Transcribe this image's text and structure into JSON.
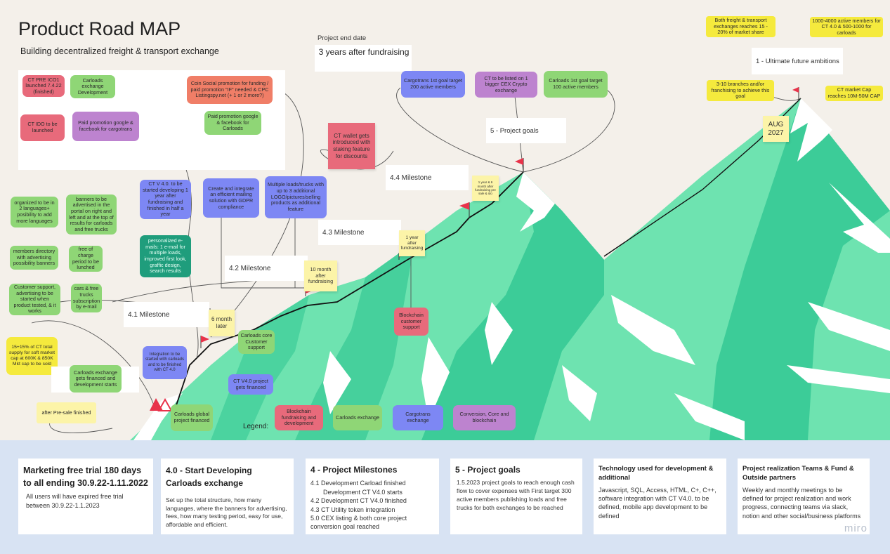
{
  "board": {
    "title": "Product Road MAP",
    "subtitle": "Building decentralized freight & transport exchange",
    "project_end_label": "Project end date",
    "project_end_value": "3 years after fundraising",
    "ultimate_label": "1 - Ultimate future ambitions",
    "goals_label": "5 - Project goals",
    "aug_note": "AUG 2027",
    "legend_label": "Legend:"
  },
  "milestones": {
    "m41": "4.1 Milestone",
    "m42": "4.2 Milestone",
    "m43": "4.3 Milestone",
    "m44": "4.4 Milestone"
  },
  "notes": {
    "ct_preico": "CT PRE ICO1 launched 7.4.22 (finished)",
    "carloads_dev": "Carloads exchange Development",
    "coin_social": "Coin Social promotion for funding / paid promotion \"IF\" needed & CPC Listingspy.net (+ 1 or 2 more?)",
    "ct_ido": "CT IDO to be launched",
    "paid_cargotrans": "Paid promotion google & facebook for cargotrans",
    "paid_carloads": "Paid promotion google & facebook for Carloads",
    "ct_wallet": "CT wallet gets introduced with staking feature for discounts",
    "cargotrans_goal": "Cargotrans 1st goal target 200 active members",
    "cex_listing": "CT to be listed on 1 bigger CEX Crypto exchange",
    "carloads_goal": "Carloads 1st goal target 100 active members",
    "both_exchanges": "Both freight & transport exchanges reaches 15 - 20% of market share",
    "active_members": "1000-4000 active members for CT 4.0 & 500-1000 for carloads",
    "branches": "3-10 branches and/or franchising to achieve this goal",
    "market_cap": "CT market Cap reaches 10M-50M CAP",
    "languages": "organized to be in 2 languages+ posibility to add more languages",
    "banners": "banners to be advertised in the portal on right and left and at the top of results for carloads and free trucks",
    "ctv4_dev": "CT V 4.0. to be started developing 1 year after fundraising and finished in half a year",
    "mailing": "Create and integrate an efficient mailing solution with GDPR compliance",
    "multi_loads": "Multiple loads/trucks with up to 3 additional LOGO/pictures/selling products as additional feature",
    "members_dir": "members directory with advertising possibility banners",
    "free_charge": "free of charge period to be lunched",
    "personalized": "personalized e-mails: 1 e-mail for multiple loads, improved first look, graffic design, search results",
    "support": "Customer support, advertising to be started when product tested, & it works",
    "cars_free": "cars & free trucks subscription by e-mail",
    "ten_month": "10 month after fundraising",
    "one_year": "1 year after fundraising",
    "small_note": "1 year & 6 month after fundraising pre sale & ido",
    "six_month": "6 month later",
    "carloads_core": "Carloads core Customer support",
    "blockchain_support": "Blockchain customer support",
    "ct_supply": "15+15% of CT total supply for soft market cap at 600K & 850K Mkt cap to be sold",
    "integration": "Integration to be started with carloads and to be finished with CT 4.0",
    "carloads_financed": "Carloads exchange gets financed and development starts",
    "ctv4_financed": "CT V4.0 project gets financed",
    "after_presale": "after Pre-sale finished",
    "carloads_global": "Carloads global project financed"
  },
  "legend": [
    {
      "label": "Blockchain fundraising and development",
      "color": "#e86a7b"
    },
    {
      "label": "Carloads exchange",
      "color": "#8fd676"
    },
    {
      "label": "Cargotrans exchange",
      "color": "#7d87f4"
    },
    {
      "label": "Conversion, Core and blockchain",
      "color": "#bd83cf"
    }
  ],
  "cards": [
    {
      "title": "Marketing free trial 180 days to all ending 30.9.22-1.11.2022",
      "body": "All users will have expired free trial between 30.9.22-1.1.2023"
    },
    {
      "title": "4.0 - Start Developing Carloads exchange",
      "body": "Set up the total structure, how many languages, where the banners for advertising, fees, how many testing period, easy for use, affordable and efficient."
    },
    {
      "title": "4 - Project Milestones",
      "lines": [
        "4.1 Development Carload  finished",
        "Development CT V4.0 starts",
        "4.2 Development CT V4.0 finished",
        "4.3 CT Utility token integration",
        "5.0 CEX listing & both core project conversion goal reached"
      ]
    },
    {
      "title": "5 - Project goals",
      "body": "1.5.2023 project goals to reach enough cash flow to cover expenses with First target 300 active members publishing loads and free trucks for both exchanges to be reached"
    },
    {
      "title": "Technology used for development & additional",
      "body": "Javascript, SQL, Access, HTML, C+, C++, software integration with CT V4.0. to be defined, mobile app development to be defined"
    },
    {
      "title": "Project realization Teams & Fund & Outside partners",
      "body": "Weekly and monthly meetings to be defined for project realization and work progress, connecting teams via slack, notion and other social/business platforms"
    }
  ],
  "brand": "miro",
  "colors": {
    "mountain": "#6ee3b0",
    "mountain_dark": "#2fc48e",
    "flag": "#e8334a",
    "bottom_band": "#d8e3f3"
  }
}
